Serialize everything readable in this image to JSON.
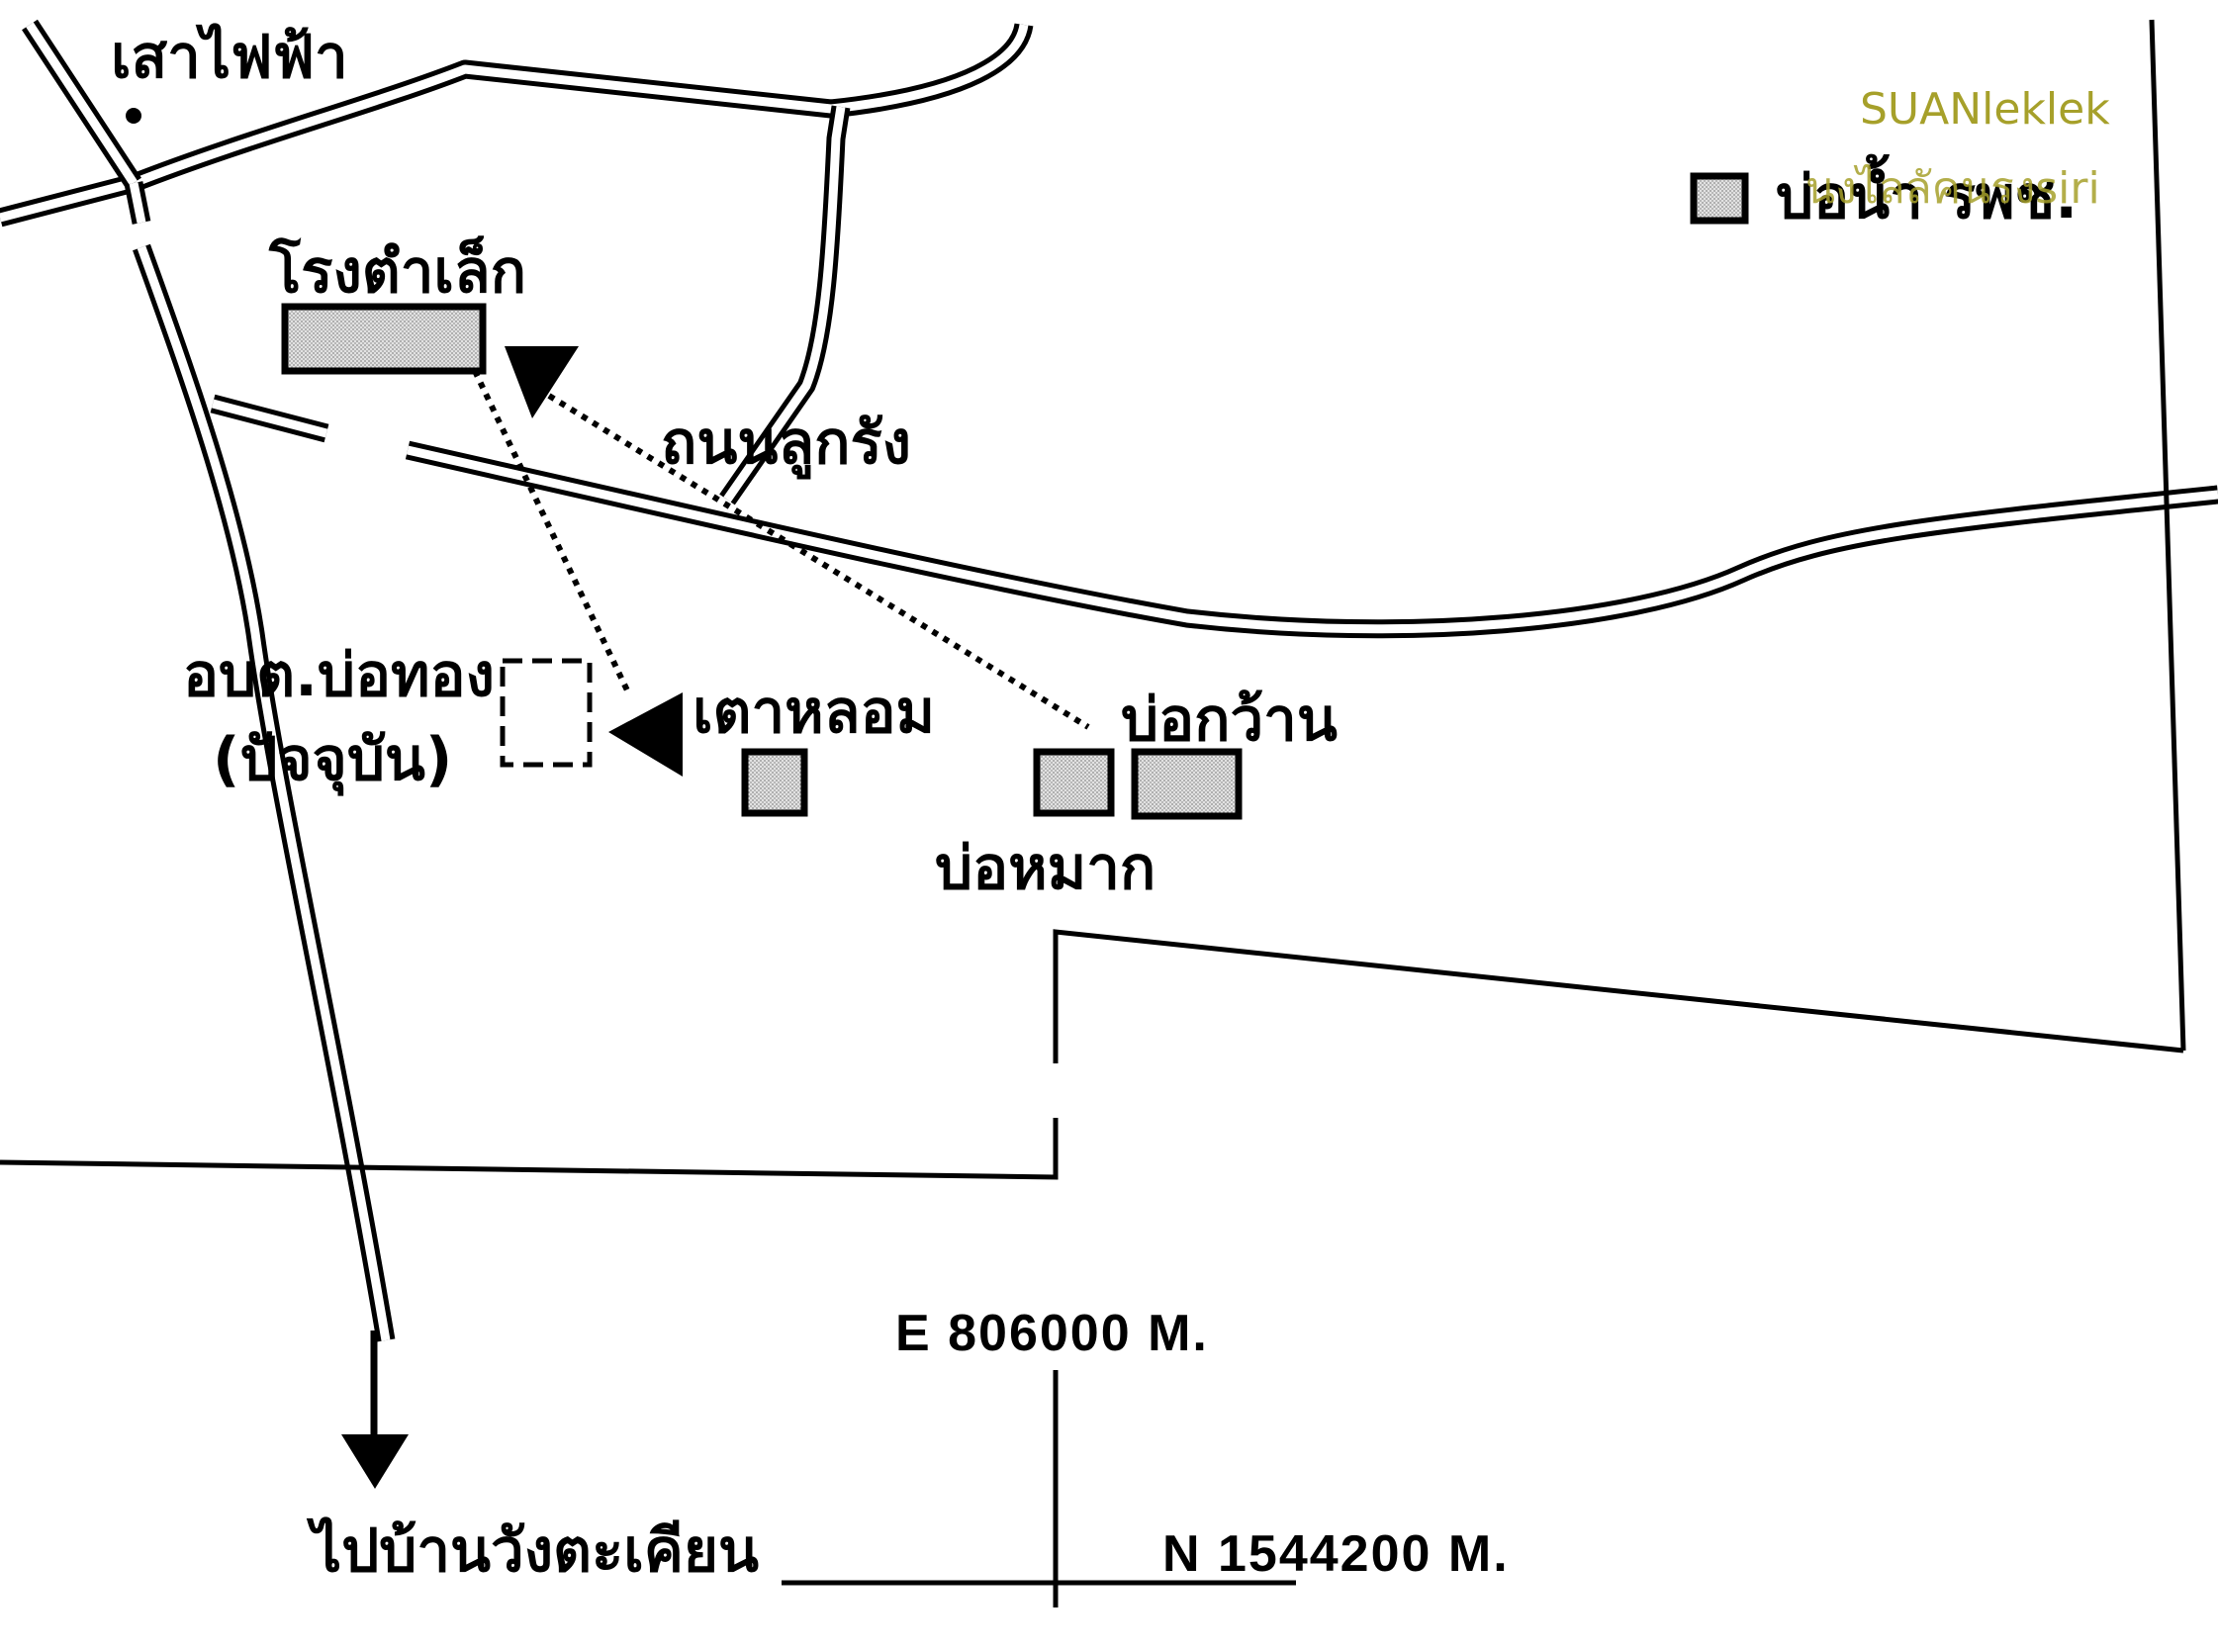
{
  "labels": {
    "electric_pole": "เสาไฟฟ้า",
    "rong_tam_lek": "โรงตำเล็ก",
    "road_luk_rang": "ถนนลูกรัง",
    "obt_bo_thong": "อบต.บ่อทอง",
    "present": "(ปัจจุบัน)",
    "tao_lom": "เตาหลอม",
    "bo_kwan": "บ่อกว้าน",
    "bo_mak": "บ่อหมาก",
    "bo_nam_rpch": "บ่อน้ำ รพช.",
    "to_ban_wang_takhian": "ไปบ้านวังตะเคียน"
  },
  "coordinates": {
    "easting": "E 806000 M.",
    "northing": "N 1544200 M."
  },
  "watermark": {
    "line1": "SUANleklek",
    "line2": "นงไลลัคนรงsiri",
    "color": "#a6a02a"
  },
  "colors": {
    "pond_fill": "#d8d8d8",
    "ink": "#000000"
  },
  "icons": {
    "electric_pole": "filled-dot",
    "direction_marker": "filled-triangle",
    "pond": "hatched-rectangle",
    "present_site": "dashed-rectangle"
  }
}
